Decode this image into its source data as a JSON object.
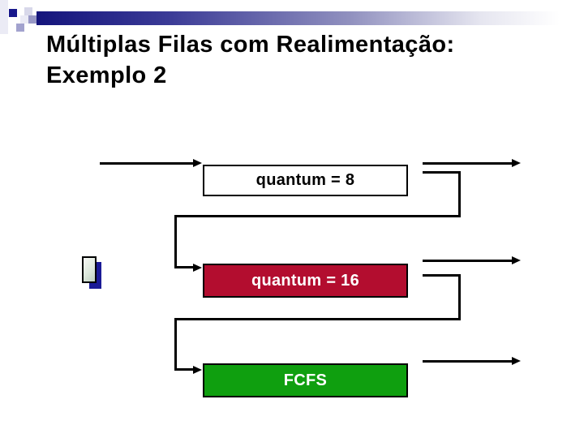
{
  "slide": {
    "title": {
      "line1": "Múltiplas Filas com Realimentação:",
      "line2": "Exemplo 2"
    }
  },
  "diagram": {
    "queues": [
      {
        "label": "quantum = 8",
        "fill": "#ffffff",
        "text_color": "#000000"
      },
      {
        "label": "quantum = 16",
        "fill": "#b30d2f",
        "text_color": "#ffffff"
      },
      {
        "label": "FCFS",
        "fill": "#0f9f0f",
        "text_color": "#ffffff"
      }
    ],
    "arrow_color": "#000000"
  },
  "decor": {
    "accent_navy": "#18188c",
    "bar_gradient_start": "#14147c",
    "bar_gradient_end": "#ffffff",
    "bullet_navy": "#1a1a96"
  }
}
